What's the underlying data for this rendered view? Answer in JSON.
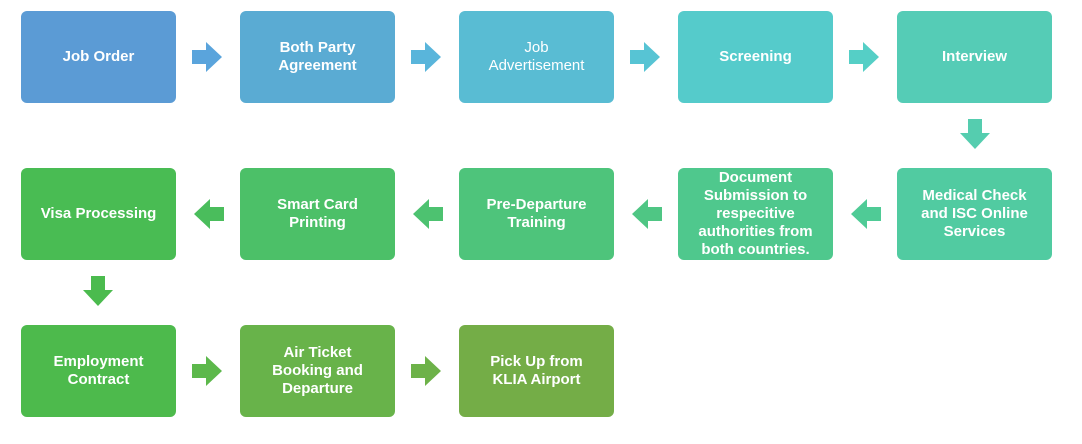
{
  "steps": [
    {
      "label": "Job Order",
      "color": "#5b9bd5"
    },
    {
      "label": "Both Party\nAgreement",
      "color": "#5aabd3"
    },
    {
      "label": "Job\nAdvertisement",
      "color": "#59bcd3"
    },
    {
      "label": "Screening",
      "color": "#55cbcb"
    },
    {
      "label": "Interview",
      "color": "#55ccb6"
    },
    {
      "label": "Medical Check\nand ISC Online\nServices",
      "color": "#51cba1"
    },
    {
      "label": "Document\nSubmission to\nrespecitive\nauthorities from\nboth countries.",
      "color": "#4fc88d"
    },
    {
      "label": "Pre-Departure\nTraining",
      "color": "#4ec47b"
    },
    {
      "label": "Smart Card\nPrinting",
      "color": "#4cc068"
    },
    {
      "label": "Visa Processing",
      "color": "#49bc53"
    },
    {
      "label": "Employment\nContract",
      "color": "#4dba4c"
    },
    {
      "label": "Air Ticket\nBooking and\nDeparture",
      "color": "#68b34a"
    },
    {
      "label": "Pick Up from\nKLIA Airport",
      "color": "#74ad47"
    }
  ],
  "arrow_colors": {
    "right_row1": [
      "#5aa4dc",
      "#59b5db",
      "#57c4d4",
      "#55cfc6"
    ],
    "down_right": "#55cdaf",
    "left_row2": [
      "#4fcb96",
      "#4fc684",
      "#4dc270",
      "#4abd5c"
    ],
    "down_left": "#4bbb4e",
    "right_row3": [
      "#5cb84b",
      "#6db249"
    ]
  }
}
